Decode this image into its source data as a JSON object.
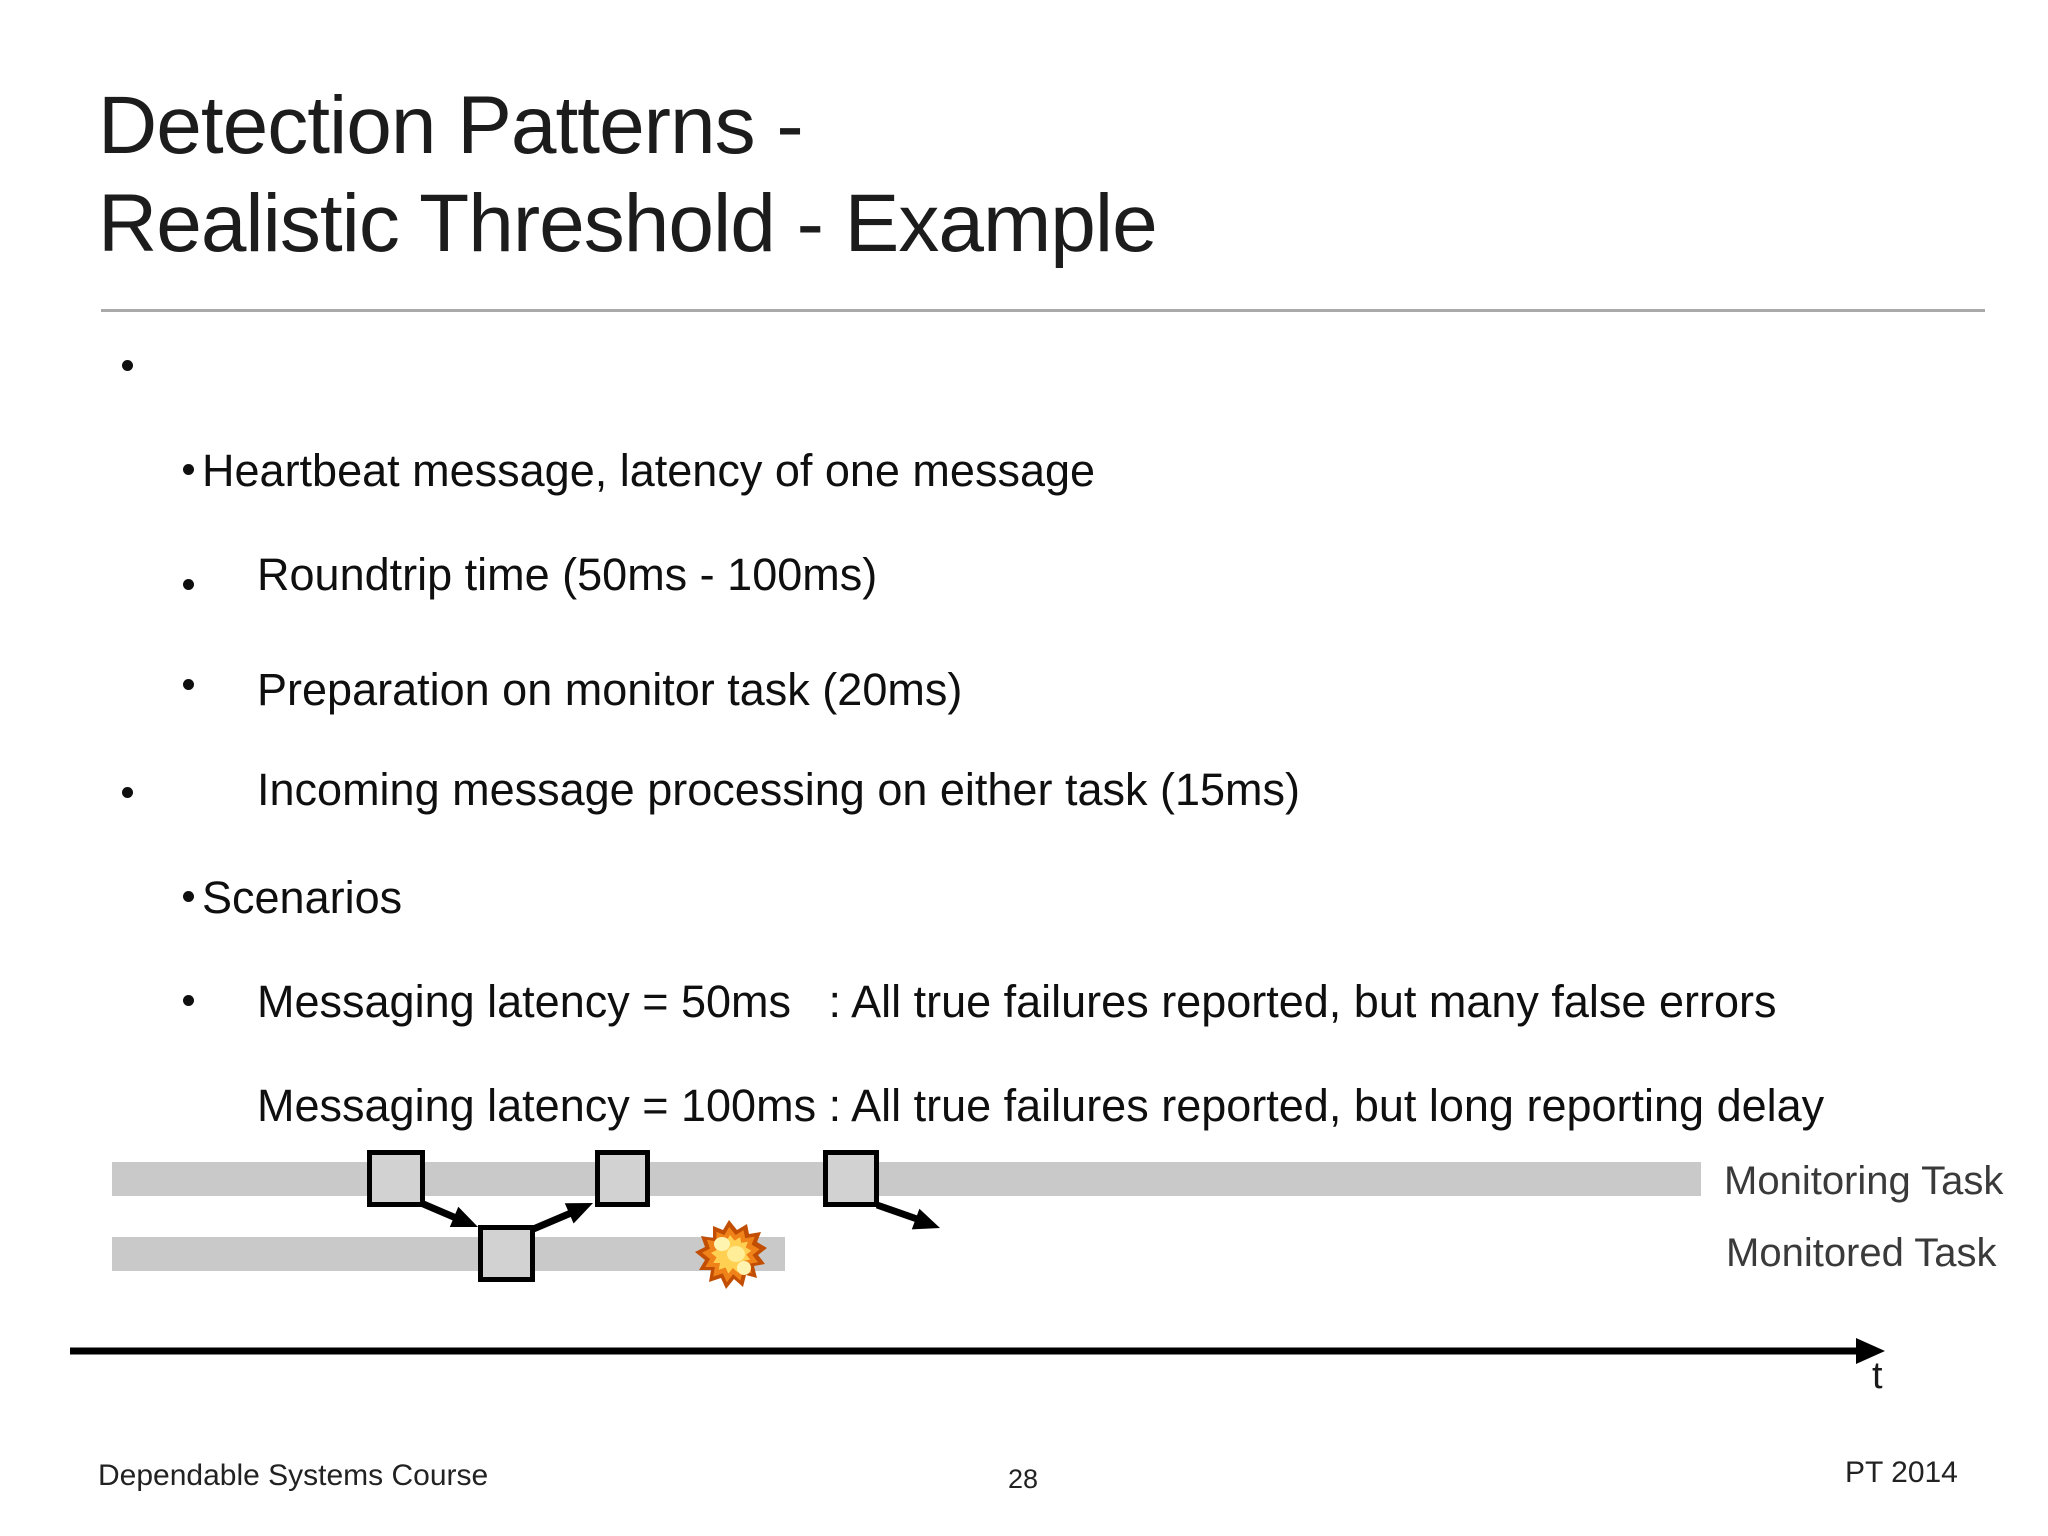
{
  "title": {
    "line1": "Detection Patterns -",
    "line2": "Realistic Threshold - Example"
  },
  "bullets": [
    {
      "level": 1,
      "text": "Heartbeat message, latency of one message"
    },
    {
      "level": 2,
      "text": "Roundtrip time (50ms - 100ms)"
    },
    {
      "level": 2,
      "text": "Preparation on monitor task (20ms)"
    },
    {
      "level": 2,
      "text": "Incoming message processing on either task (15ms)"
    },
    {
      "level": 1,
      "text": "Scenarios"
    },
    {
      "level": 2,
      "text": "Messaging latency = 50ms   : All true failures reported, but many false errors"
    },
    {
      "level": 2,
      "text": "Messaging latency = 100ms : All true failures reported, but long reporting delay"
    }
  ],
  "diagram": {
    "monitoring_task_label": "Monitoring Task",
    "monitored_task_label": "Monitored Task",
    "time_axis_label": "t",
    "failure_icon": "explosion-icon",
    "colors": {
      "task_bar": "#c9c9c9",
      "event_box_fill": "#d2d2d2",
      "event_box_border": "#000000",
      "arrow": "#000000",
      "explosion_outer": "#c14e02",
      "explosion_mid": "#f0821a",
      "explosion_inner": "#ffd052"
    }
  },
  "footer": {
    "course": "Dependable Systems Course",
    "page_number": "28",
    "credit": "PT 2014"
  }
}
